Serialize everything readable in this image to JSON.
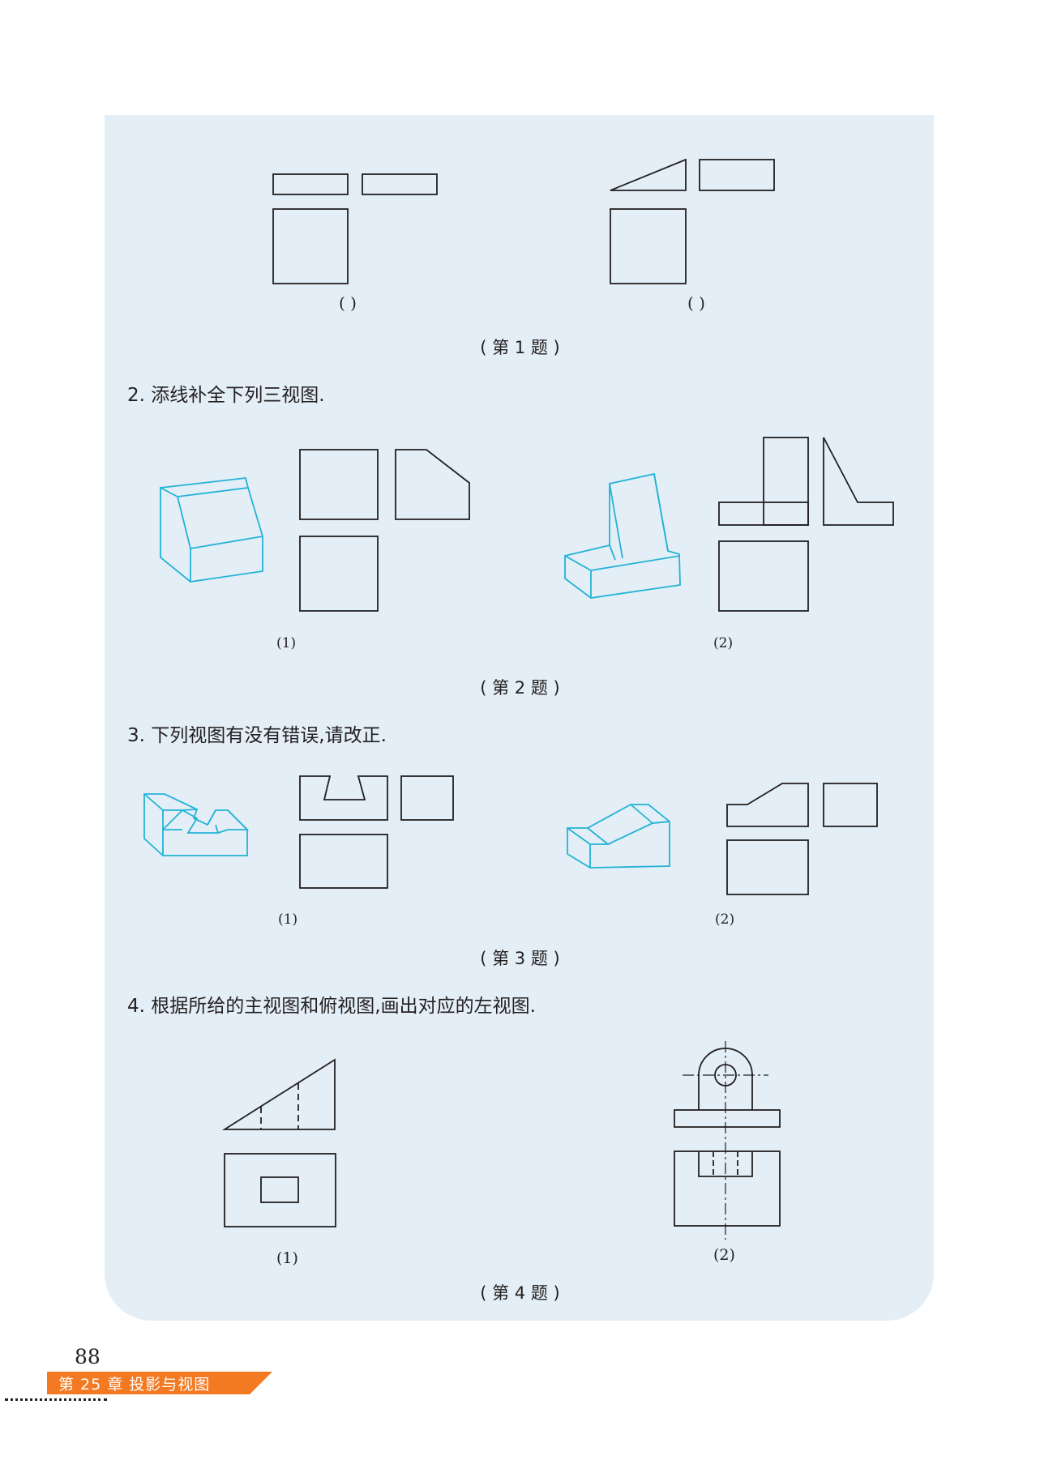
{
  "questions": {
    "q1": {
      "answer_left": "(   )",
      "answer_right": "(   )",
      "caption": "( 第 1 题 )"
    },
    "q2": {
      "text": "2.  添线补全下列三视图.",
      "sub_left": "(1)",
      "sub_right": "(2)",
      "caption": "( 第 2 题 )"
    },
    "q3": {
      "text": "3.  下列视图有没有错误,请改正.",
      "sub_left": "(1)",
      "sub_right": "(2)",
      "caption": "( 第 3 题 )"
    },
    "q4": {
      "text": "4.  根据所给的主视图和俯视图,画出对应的左视图.",
      "sub_left": "(1)",
      "sub_right": "(2)",
      "caption": "( 第 4 题 )"
    }
  },
  "footer": {
    "page_number": "88",
    "chapter_label": "第 25 章    投影与视图",
    "chapter_color": "#f37a22"
  },
  "colors": {
    "panel": "#e3eef6",
    "solid_outline": "#24b3d6",
    "line": "#231f20"
  }
}
